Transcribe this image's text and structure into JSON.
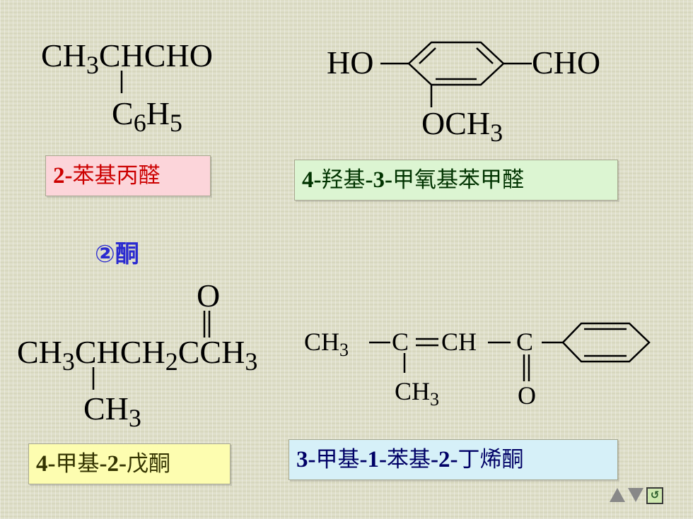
{
  "structures": {
    "s1": {
      "main": "CH",
      "main_sub": "3",
      "main_rest": "CHCHO",
      "branch": "C",
      "branch_sub1": "6",
      "branch_h": "H",
      "branch_sub2": "5"
    },
    "s2": {
      "left": "HO",
      "right": "CHO",
      "bottom": "OCH",
      "bottom_sub": "3"
    },
    "s3": {
      "oxygen": "O",
      "p1": "CH",
      "s1": "3",
      "p2": "CHCH",
      "s2": "2",
      "p3": "CCH",
      "s3": "3",
      "branch": "CH",
      "branch_sub": "3"
    },
    "s4": {
      "ch3": "CH",
      "ch3_sub": "3",
      "c1": "C",
      "ch": "CH",
      "c2": "C",
      "branch": "CH",
      "branch_sub": "3",
      "oxygen": "O"
    }
  },
  "labels": {
    "l1": {
      "num": "2-",
      "name": "苯基丙醛"
    },
    "l2": {
      "num1": "4-",
      "name1": "羟基",
      "num2": "-3-",
      "name2": "甲氧基苯甲醛"
    },
    "l3": {
      "num1": "4-",
      "name1": "甲基",
      "num2": "-2-",
      "name2": "戊酮"
    },
    "l4": {
      "num1": "3-",
      "name1": "甲基",
      "num2": "-1-",
      "name2": "苯基",
      "num3": "-2-",
      "name3": "丁烯酮"
    }
  },
  "section": {
    "heading": "②酮"
  },
  "nav": {
    "prev_icon": "triangle-up-icon",
    "next_icon": "triangle-down-icon",
    "return_icon": "return-icon",
    "return_glyph": "↺"
  },
  "colors": {
    "background": "#ddddc6",
    "heading": "#2a2ad0"
  }
}
